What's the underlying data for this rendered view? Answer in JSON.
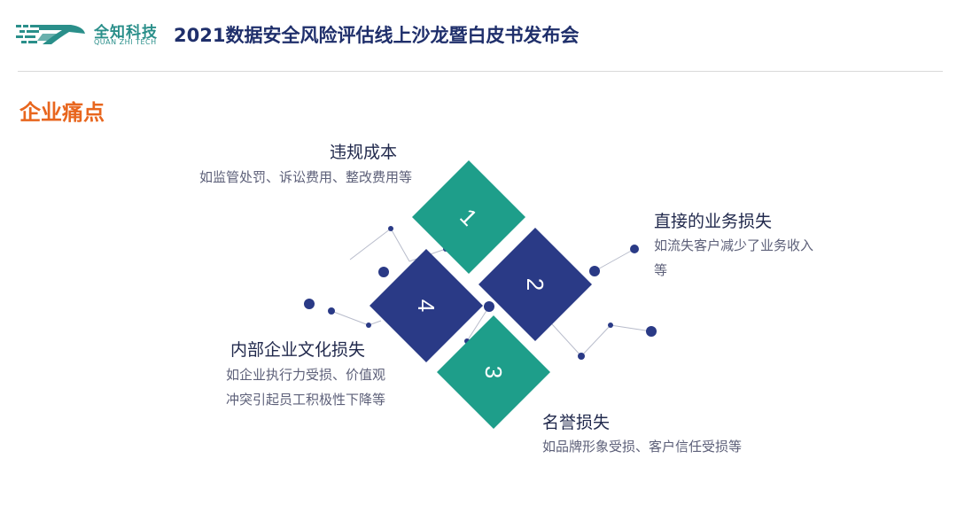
{
  "header": {
    "logo_cn": "全知科技",
    "logo_en": "QUAN ZHI TECH",
    "title": "2021数据安全风险评估线上沙龙暨白皮书发布会"
  },
  "section": {
    "title": "企业痛点"
  },
  "items": [
    {
      "number": "1",
      "title": "违规成本",
      "desc_lines": [
        "如监管处罚、诉讼费用、整改费用等"
      ]
    },
    {
      "number": "2",
      "title": "直接的业务损失",
      "desc_lines": [
        "如流失客户减少了业务收入",
        "等"
      ]
    },
    {
      "number": "3",
      "title": "名誉损失",
      "desc_lines": [
        "如品牌形象受损、客户信任受损等"
      ]
    },
    {
      "number": "4",
      "title": "内部企业文化损失",
      "desc_lines": [
        "如企业执行力受损、价值观",
        "冲突引起员工积极性下降等"
      ]
    }
  ],
  "colors": {
    "teal": "#1e9e8a",
    "navy": "#2a3a86",
    "orange": "#e8661e",
    "dot": "#2a3a86"
  }
}
